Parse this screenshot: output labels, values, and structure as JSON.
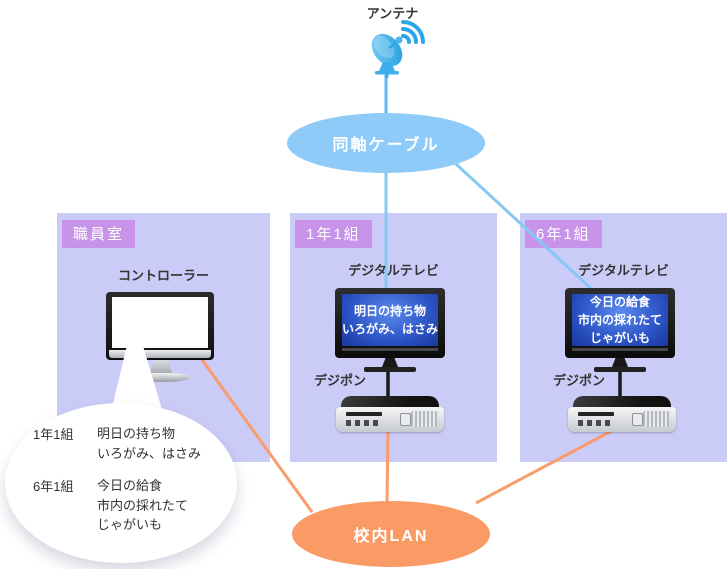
{
  "antenna": {
    "label": "アンテナ"
  },
  "coax_node": {
    "label": "同軸ケーブル"
  },
  "lan_node": {
    "label": "校内LAN"
  },
  "rooms": {
    "staff": {
      "name": "職員室",
      "controller_label": "コントローラー"
    },
    "class1": {
      "name": "1年1組",
      "tv_label": "デジタルテレビ",
      "screen_line1": "明日の持ち物",
      "screen_line2": "いろがみ、はさみ",
      "stb_label": "デジポン"
    },
    "class6": {
      "name": "6年1組",
      "tv_label": "デジタルテレビ",
      "screen_line1": "今日の給食",
      "screen_line2": "市内の採れたて",
      "screen_line3": "じゃがいも",
      "stb_label": "デジポン"
    }
  },
  "bubble": {
    "entry1": {
      "class_name": "1年1組",
      "line1": "明日の持ち物",
      "line2": "いろがみ、はさみ"
    },
    "entry2": {
      "class_name": "6年1組",
      "line1": "今日の給食",
      "line2": "市内の採れたて",
      "line3": "じゃがいも"
    }
  },
  "colors": {
    "room_bg": "#CBCBF7",
    "room_label_bg": "#C794EA",
    "coax_fill": "#8FCBF8",
    "lan_fill": "#FA9B66",
    "blue_line": "#86C8F4",
    "orange_line": "#FA9C6C",
    "tv_screen_blue": "#2F58CA"
  }
}
